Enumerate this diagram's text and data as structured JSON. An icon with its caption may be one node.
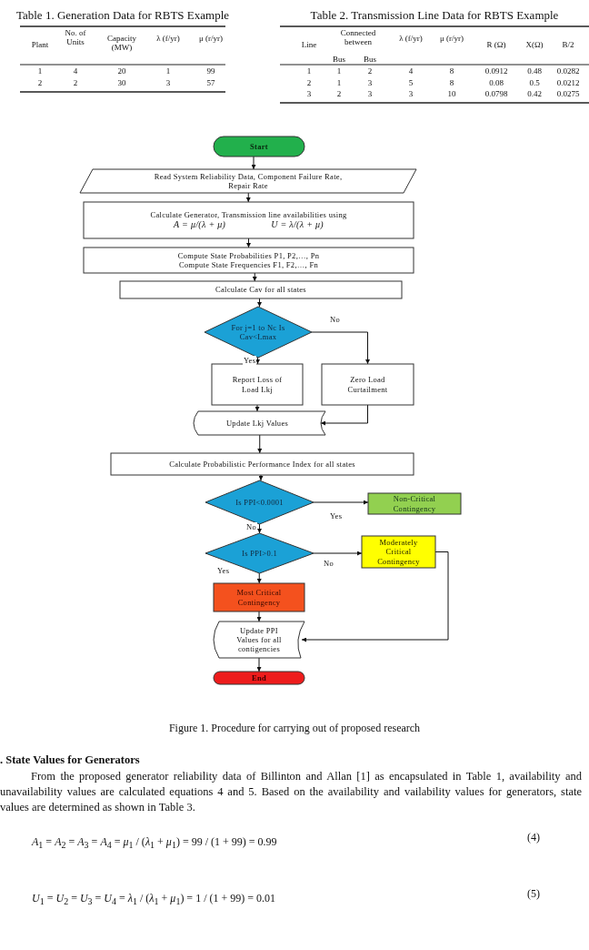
{
  "diagram": {
    "caption": "Figure 1. Procedure for carrying out of proposed research",
    "nodes": [
      {
        "text": [
          "Start"
        ]
      },
      {
        "text": [
          "Read System Reliability Data, Component Failure Rate, Repair Rate"
        ]
      },
      {
        "text": [
          "Calculate Generator, Transmission line availabilities using",
          "A = μ/(λ + μ)",
          "U = λ/(λ + μ)"
        ]
      },
      {
        "text": [
          "Compute State Probabilities P1, P2,…, Pn",
          "Compute State Frequencies F1, F2,…, Fn"
        ]
      },
      {
        "text": [
          "Calculate Cav for all states"
        ]
      },
      {
        "text": [
          "For j=1 to Nc Is Cav<Lmax"
        ]
      },
      {
        "text": [
          "Report Loss of Load Lkj"
        ]
      },
      {
        "text": [
          "Zero Load Curtailment"
        ]
      },
      {
        "text": [
          "Update Lkj Values"
        ]
      },
      {
        "text": [
          "Calculate Probabilistic Performance Index for all states"
        ]
      },
      {
        "text": [
          "Is PPI<0.0001"
        ]
      },
      {
        "text": [
          "Non-Critical Contingency"
        ]
      },
      {
        "text": [
          "Is PPI>0.1"
        ]
      },
      {
        "text": [
          "Moderately Critical Contingency"
        ]
      },
      {
        "text": [
          "Most Critical Contingency"
        ]
      },
      {
        "text": [
          "Update PPI Values for all contigencies"
        ]
      },
      {
        "text": [
          "End"
        ]
      }
    ],
    "edges": [
      {
        "from": 0,
        "to": 1,
        "arrow": "to"
      },
      {
        "from": 1,
        "to": 2,
        "arrow": "to"
      },
      {
        "from": 2,
        "to": 3,
        "arrow": "to"
      },
      {
        "from": 3,
        "to": 4,
        "arrow": "to"
      },
      {
        "from": 4,
        "to": 5,
        "arrow": "to"
      },
      {
        "from": 5,
        "to": 6,
        "arrow": "to",
        "label": "Yes"
      },
      {
        "from": 5,
        "to": 7,
        "arrow": "to",
        "label": "No"
      },
      {
        "from": 6,
        "to": 8,
        "arrow": "to"
      },
      {
        "from": 7,
        "to": 8,
        "arrow": "to"
      },
      {
        "from": 8,
        "to": 9,
        "arrow": "to"
      },
      {
        "from": 9,
        "to": 10,
        "arrow": "to"
      },
      {
        "from": 10,
        "to": 11,
        "arrow": "to",
        "label": "Yes"
      },
      {
        "from": 10,
        "to": 12,
        "arrow": "to",
        "label": "No"
      },
      {
        "from": 12,
        "to": 13,
        "arrow": "to",
        "label": "No"
      },
      {
        "from": 12,
        "to": 14,
        "arrow": "to",
        "label": "Yes"
      },
      {
        "from": 14,
        "to": 15,
        "arrow": "to"
      },
      {
        "from": 13,
        "to": 15,
        "arrow": "to"
      },
      {
        "from": 15,
        "to": 16,
        "arrow": "to"
      }
    ],
    "labels": [
      "Table 1. Generation Data for RBTS Example",
      "Plant",
      "No. of Units",
      "Capacity (MW)",
      "λ (f/yr)",
      "μ (r/yr)",
      "1",
      "4",
      "20",
      "1",
      "99",
      "2",
      "2",
      "30",
      "3",
      "57",
      "Table 2. Transmission Line Data for RBTS Example",
      "Line",
      "Connected between",
      "Bus",
      "Bus",
      "λ (f/yr)",
      "μ (r/yr)",
      "R (Ω)",
      "X(Ω)",
      "B/2",
      "1",
      "1",
      "2",
      "4",
      "8",
      "0.0912",
      "0.48",
      "0.0282",
      "2",
      "1",
      "3",
      "5",
      "8",
      "0.08",
      "0.5",
      "0.0212",
      "3",
      "2",
      "3",
      "3",
      "10",
      "0.0798",
      "0.42",
      "0.0275",
      ". State Values for Generators",
      "From the proposed generator reliability data of Billinton and Allan [1] as encapsulated in Table 1, availability and unavailability values are calculated equations 4 and 5. Based on the availability and vailability values for generators, state values are determined as shown in Table 3.",
      "*A*$_{1}$ = *A*$_{2}$ = *A*$_{3}$ = *A*$_{4}$ = *μ*$_{1}$ / (*λ*$_{1}$ + *μ*$_{1}$) = 99 / (1 + 99) = 0.99",
      "(4)",
      "*U*$_{1}$ = *U*$_{2}$ = *U*$_{3}$ = *U*$_{4}$ = *λ*$_{1}$ / (*λ*$_{1}$ + *μ*$_{1}$) = 1 / (1 + 99) = 0.01",
      "(5)"
    ]
  }
}
